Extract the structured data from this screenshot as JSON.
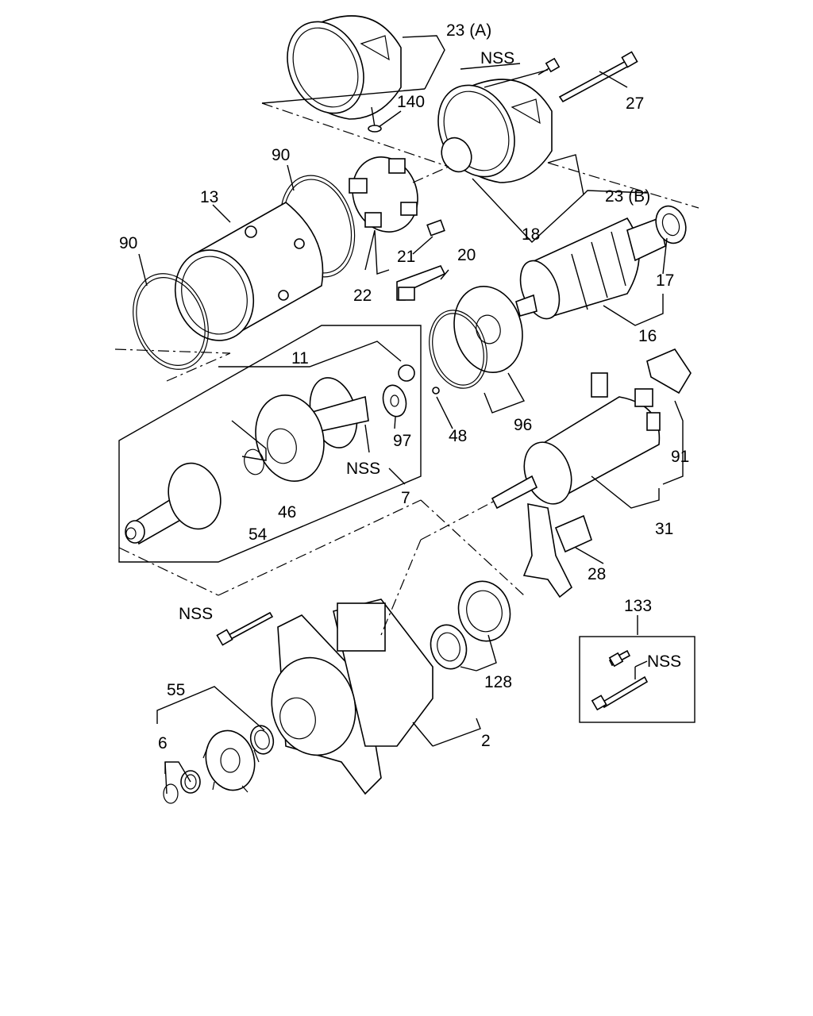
{
  "diagram": {
    "labels": {
      "p23a": "23 (A)",
      "nss_top": "NSS",
      "p27": "27",
      "p140": "140",
      "p90a": "90",
      "p13": "13",
      "p23b": "23 (B)",
      "p90b": "90",
      "p18": "18",
      "p20": "20",
      "p21": "21",
      "p22": "22",
      "p17": "17",
      "p16": "16",
      "p11": "11",
      "p97": "97",
      "p48": "48",
      "p96": "96",
      "nss_mid": "NSS",
      "p7": "7",
      "p46": "46",
      "p54": "54",
      "p91": "91",
      "p31": "31",
      "p28": "28",
      "nss_bolt": "NSS",
      "p133": "133",
      "nss_box": "NSS",
      "p55": "55",
      "p128": "128",
      "p6": "6",
      "p2": "2"
    }
  }
}
